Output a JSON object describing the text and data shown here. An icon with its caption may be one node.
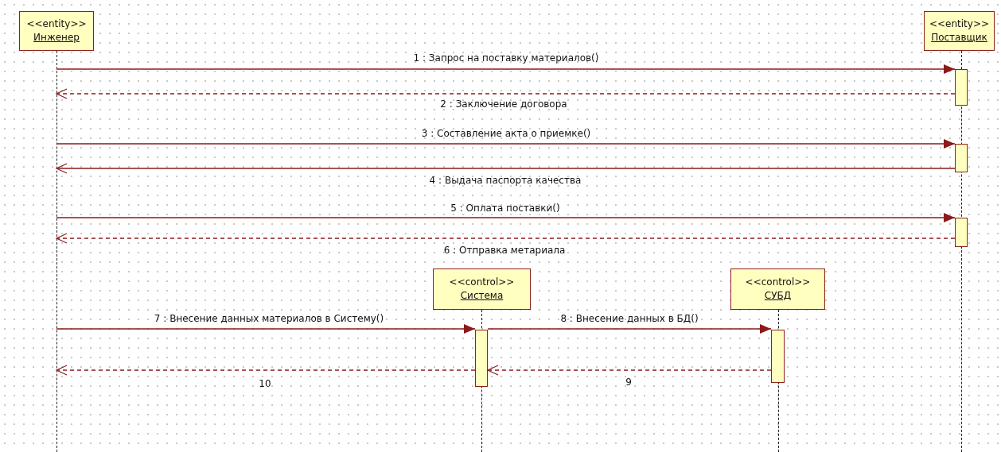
{
  "diagram": {
    "nodes": [
      {
        "text": [
          "<<entity>>",
          "Инженер"
        ]
      },
      {
        "text": [
          "<<entity>>",
          "Поставщик"
        ]
      },
      {
        "text": [
          "<<control>>",
          "Система"
        ]
      },
      {
        "text": [
          "<<control>>",
          "СУБД"
        ]
      },
      {
        "text": [],
        "shape": "line"
      },
      {
        "text": [],
        "shape": "line"
      },
      {
        "text": [],
        "shape": "line"
      },
      {
        "text": [],
        "shape": "line"
      },
      {
        "text": [],
        "shape": "bar"
      },
      {
        "text": [],
        "shape": "bar"
      },
      {
        "text": [],
        "shape": "bar"
      },
      {
        "text": [],
        "shape": "bar"
      },
      {
        "text": [],
        "shape": "bar"
      }
    ],
    "edges": [
      {
        "from": 4,
        "to": 8,
        "arrow": "to",
        "label": "1 : Запрос на поставку материалов()"
      },
      {
        "from": 8,
        "to": 4,
        "arrow": "to",
        "label": "2 : Заключение договора",
        "style": "dashed"
      },
      {
        "from": 4,
        "to": 9,
        "arrow": "to",
        "label": "3 : Составление акта о приемке()"
      },
      {
        "from": 9,
        "to": 4,
        "arrow": "to",
        "label": "4 : Выдача паспорта качества"
      },
      {
        "from": 4,
        "to": 10,
        "arrow": "to",
        "label": "5 : Оплата поставки()"
      },
      {
        "from": 10,
        "to": 4,
        "arrow": "to",
        "label": "6 : Отправка метариала",
        "style": "dashed"
      },
      {
        "from": 4,
        "to": 11,
        "arrow": "to",
        "label": "7 : Внесение данных материалов в Систему()"
      },
      {
        "from": 11,
        "to": 12,
        "arrow": "to",
        "label": "8 : Внесение данных в БД()"
      },
      {
        "from": 12,
        "to": 11,
        "arrow": "to",
        "label": "9",
        "style": "dashed"
      },
      {
        "from": 11,
        "to": 4,
        "arrow": "to",
        "label": "10",
        "style": "dashed"
      }
    ]
  }
}
